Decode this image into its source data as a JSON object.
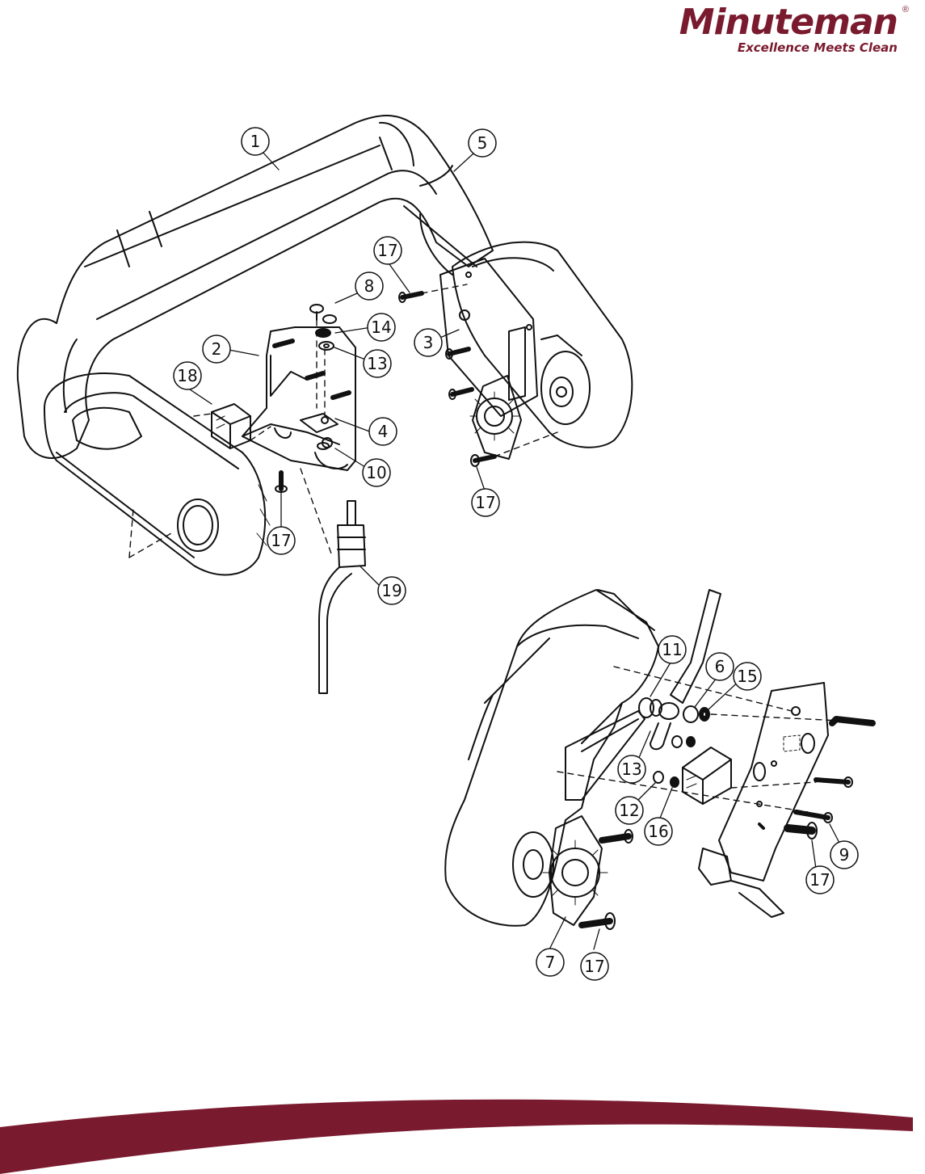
{
  "brand": {
    "name": "Minuteman",
    "registered": "®",
    "tagline": "Excellence Meets Clean",
    "color": "#7a1a2e"
  },
  "callouts": {
    "c1": "1",
    "c2": "2",
    "c3": "3",
    "c4": "4",
    "c5": "5",
    "c8": "8",
    "c10": "10",
    "c13": "13",
    "c14": "14",
    "c17a": "17",
    "c17b": "17",
    "c17c": "17",
    "c18": "18",
    "c19": "19",
    "c6": "6",
    "c7": "7",
    "c9": "9",
    "c11": "11",
    "c12": "12",
    "c13b": "13",
    "c15": "15",
    "c16": "16",
    "c17d": "17",
    "c17e": "17"
  }
}
